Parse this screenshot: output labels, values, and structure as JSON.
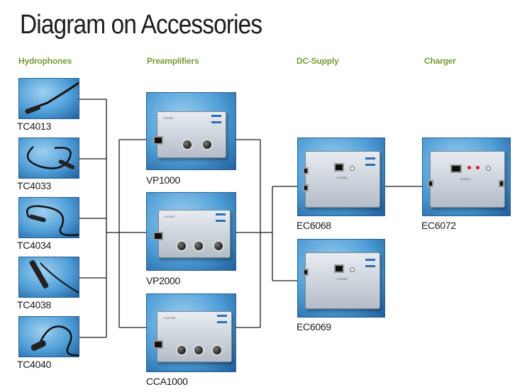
{
  "title": "Diagram on Accessories",
  "columns": {
    "hydrophones": "Hydrophones",
    "preamplifiers": "Preamplifiers",
    "dc_supply": "DC-Supply",
    "charger": "Charger"
  },
  "products": {
    "tc4013": "TC4013",
    "tc4033": "TC4033",
    "tc4034": "TC4034",
    "tc4038": "TC4038",
    "tc4040": "TC4040",
    "vp1000": "VP1000",
    "vp2000": "VP2000",
    "cca1000": "CCA1000",
    "ec6068": "EC6068",
    "ec6069": "EC6069",
    "ec6072": "EC6072"
  },
  "colors": {
    "heading_green": "#7a9b3a",
    "photo_blue": "#4f9ed7",
    "line": "#1a1a1a"
  }
}
